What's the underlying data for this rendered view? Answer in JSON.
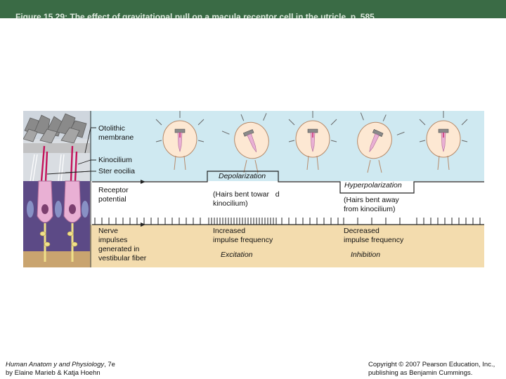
{
  "header": {
    "title": "Figure 15.29: The effect of gravitational pull on a macula receptor cell in the utricle, p. 585."
  },
  "labels": {
    "otolithic_membrane": [
      "Otolithic",
      "membrane"
    ],
    "kinocilium": "Kinocilium",
    "stereocilia": "Ster eocilia",
    "receptor_potential": [
      "Receptor",
      "potential"
    ],
    "nerve_impulses": [
      "Nerve",
      "impulses",
      "generated in",
      "vestibular fiber"
    ],
    "depolarization": "Depolarization",
    "hyperpolarization": "Hyperpolarization",
    "hairs_toward": [
      "(Hairs bent towar   d",
      "kinocilium)"
    ],
    "hairs_away": [
      "(Hairs bent away",
      "from kinocilium)"
    ],
    "increased_freq": [
      "Increased",
      "impulse frequency"
    ],
    "decreased_freq": [
      "Decreased",
      "impulse frequency"
    ],
    "excitation": "Excitation",
    "inhibition": "Inhibition"
  },
  "footer": {
    "book_title": "Human Anatom y and Physiology",
    "edition": ", 7e",
    "authors": "by Elaine Marieb & Katja Hoehn",
    "copyright": "Copyright © 2007 Pearson Education, Inc.,",
    "publisher": "publishing as Benjamin Cummings."
  },
  "colors": {
    "header_bg": "#3a6b45",
    "sky": "#cfe9f1",
    "tan": "#f3dcae",
    "hair_cell": "#e9b0d4",
    "kinocilium": "#c4125a",
    "otolith": "#8a8a8a"
  },
  "icons": [
    "head-tilt-icon",
    "otolith-crystal-icon",
    "hair-cell-icon"
  ]
}
